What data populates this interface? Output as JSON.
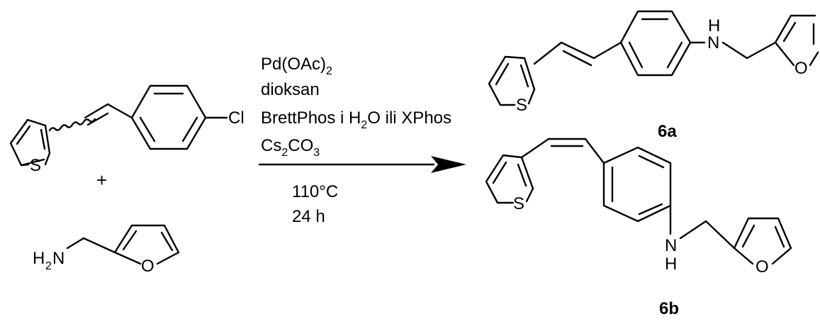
{
  "reactants": {
    "thiophene_S": "S",
    "chlorine": "Cl",
    "plus": "+",
    "amine_N": "N",
    "amine_H": "H",
    "amine_sub": "2",
    "furan_O": "O"
  },
  "conditions": {
    "catalyst_pre": "Pd(OAc)",
    "catalyst_sub": "2",
    "solvent": "dioksan",
    "ligand_pre": "BrettPhos i H",
    "ligand_sub": "2",
    "ligand_post": "O ili XPhos",
    "base_pre": "Cs",
    "base_sub1": "2",
    "base_mid": "CO",
    "base_sub2": "3",
    "temperature": "110°C",
    "time": "24 h"
  },
  "products": {
    "a": {
      "label": "6a",
      "S": "S",
      "N": "N",
      "H": "H",
      "O": "O"
    },
    "b": {
      "label": "6b",
      "S": "S",
      "N": "N",
      "H": "H",
      "O": "O"
    }
  },
  "colors": {
    "ink": "#000000",
    "background": "#ffffff"
  }
}
